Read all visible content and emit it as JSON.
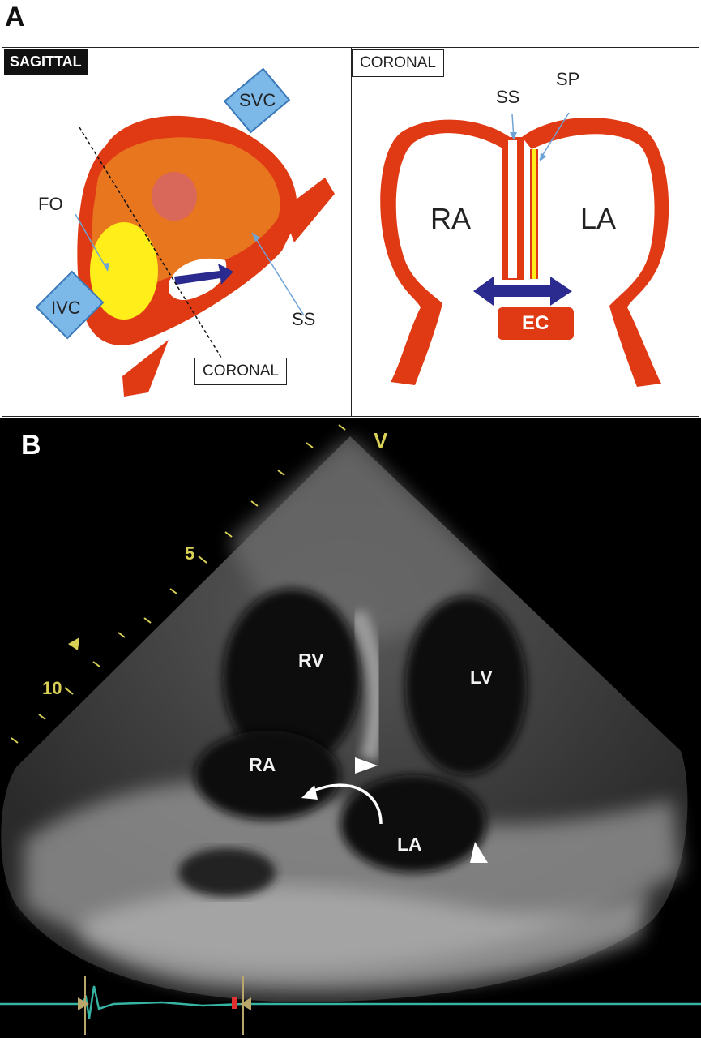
{
  "panel_a": {
    "letter": "A",
    "sagittal": {
      "title": "SAGITTAL",
      "svc": "SVC",
      "ivc": "IVC",
      "fo": "FO",
      "ss": "SS",
      "coronal_tag": "CORONAL"
    },
    "coronal": {
      "title": "CORONAL",
      "ss": "SS",
      "sp": "SP",
      "ra": "RA",
      "la": "LA",
      "ec": "EC"
    },
    "colors": {
      "wall": "#e03a14",
      "chamber": "#e8761f",
      "fossa": "#ffee1a",
      "arrow": "#2b2a8e",
      "vessel_box": "#7cb8e8"
    }
  },
  "panel_b": {
    "letter": "B",
    "labels": {
      "rv": "RV",
      "lv": "LV",
      "ra": "RA",
      "la": "LA"
    },
    "depth_marks": {
      "d5": "5",
      "d10": "10"
    },
    "orientation": "V"
  }
}
